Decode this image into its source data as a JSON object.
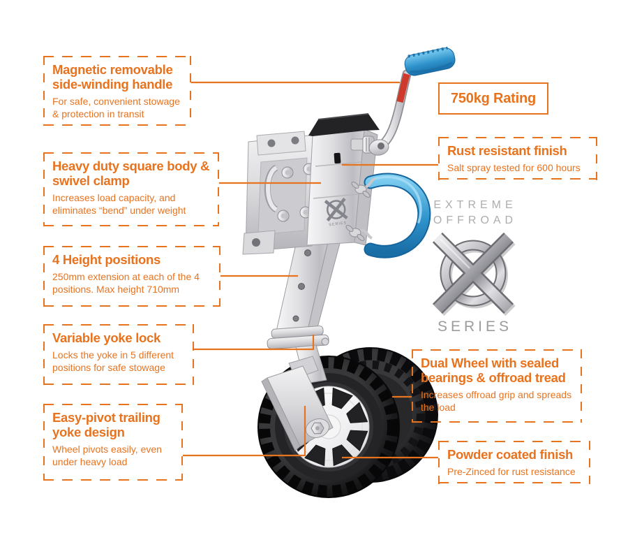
{
  "colors": {
    "accent": "#e8731f",
    "handle_blue": "#2f93cc",
    "logo_gray": "#adadad",
    "red_band": "#cf3a2c"
  },
  "rating": {
    "label": "750kg Rating"
  },
  "callouts": [
    {
      "id": "magnetic-removable-handle",
      "title": "Magnetic removable side-winding handle",
      "body": "For safe, convenient stowage & protection in transit"
    },
    {
      "id": "heavy-duty-square-body",
      "title": "Heavy duty square body & swivel clamp",
      "body": "Increases load capacity, and eliminates “bend” under weight"
    },
    {
      "id": "height-positions",
      "title": "4 Height positions",
      "body": "250mm extension at each of the 4 positions. Max height 710mm"
    },
    {
      "id": "variable-yoke-lock",
      "title": "Variable yoke lock",
      "body": "Locks the yoke in 5 different positions for safe stowage"
    },
    {
      "id": "easy-pivot-trailing-yoke",
      "title": "Easy-pivot trailing yoke design",
      "body": "Wheel pivots easily, even under heavy load"
    },
    {
      "id": "rust-resistant-finish",
      "title": "Rust resistant finish",
      "body": "Salt spray tested for 600 hours"
    },
    {
      "id": "dual-wheel",
      "title": "Dual Wheel with sealed bearings & offroad tread",
      "body": "Increases offroad grip and spreads the load"
    },
    {
      "id": "powder-coated-finish",
      "title": "Powder coated finish",
      "body": "Pre-Zinced for rust resistance"
    }
  ],
  "logo": {
    "line1": "EXTREME",
    "line2": "OFFROAD",
    "series": "SERIES"
  },
  "product": {
    "stamp": "SERIES"
  }
}
